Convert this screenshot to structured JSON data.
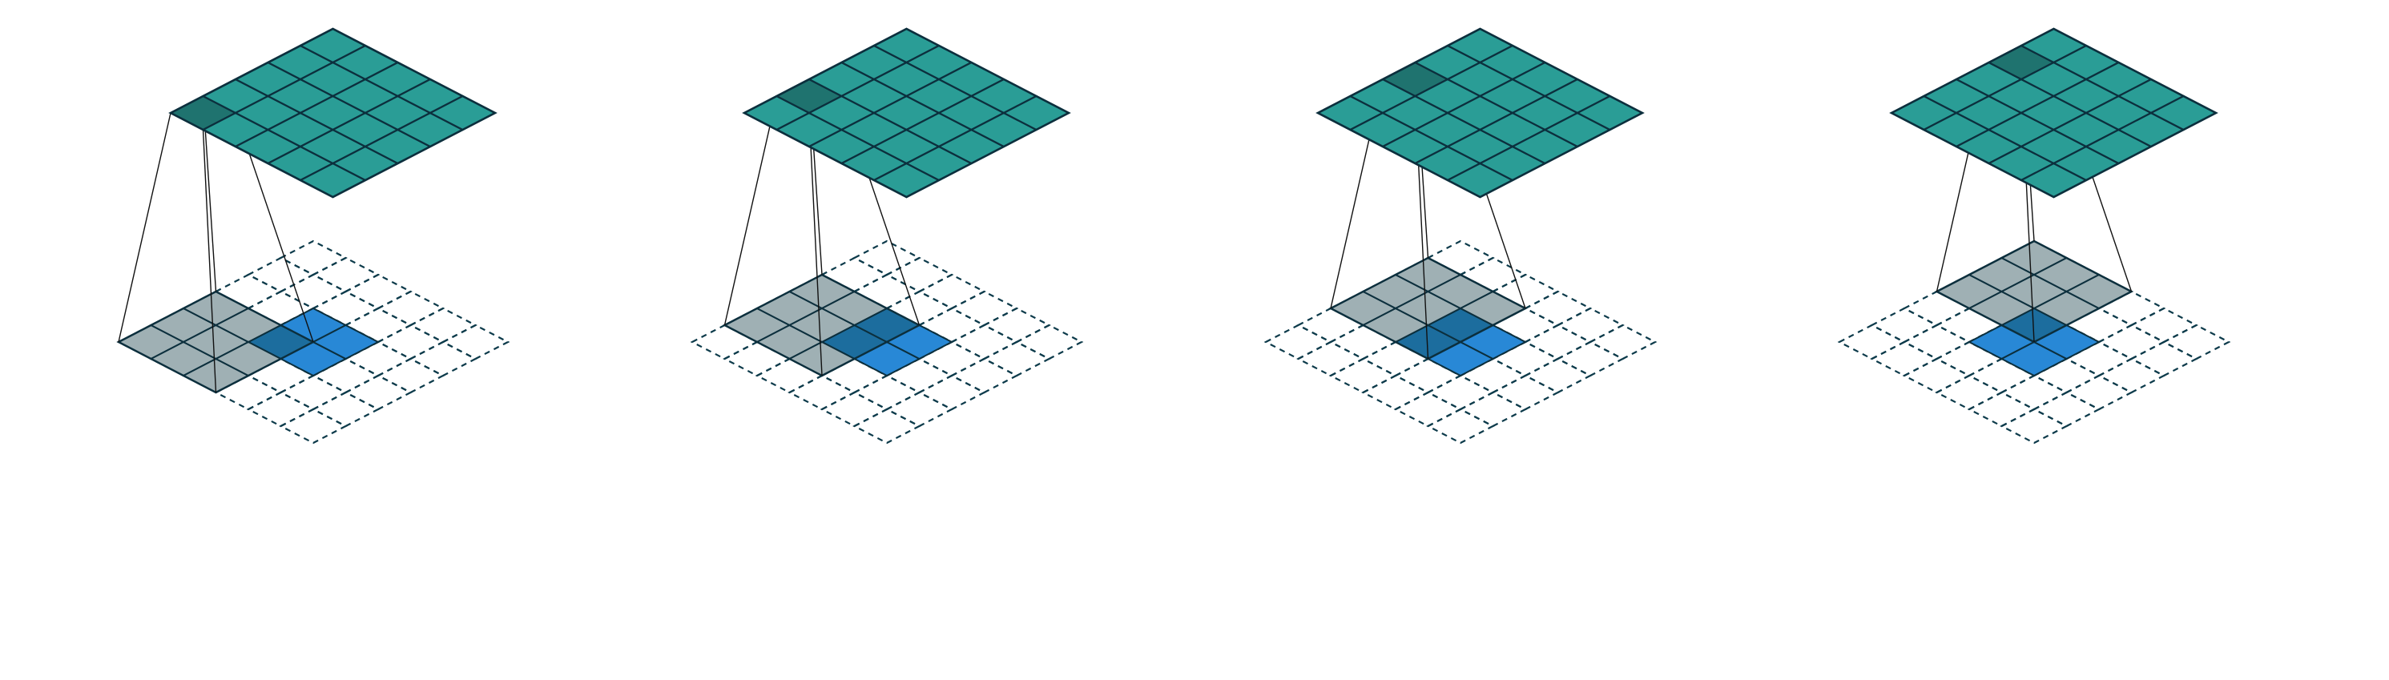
{
  "colors": {
    "output_grid": "#2a9d96",
    "output_highlight": "#1f736f",
    "kernel_gray": "#9fb0b4",
    "input_blue": "#2888d6",
    "overlap_blue": "#1c6d9e",
    "stroke": "#0c2f3d",
    "dashed": "#0c3a4a"
  },
  "diagram": {
    "type": "transposed-convolution-steps",
    "output_size": 5,
    "input_size": 2,
    "kernel_size": 3,
    "padded_input_size": 6,
    "panels": [
      {
        "step": 1,
        "output_highlight": [
          0,
          0
        ],
        "kernel_pos": [
          0,
          0
        ]
      },
      {
        "step": 2,
        "output_highlight": [
          0,
          1
        ],
        "kernel_pos": [
          0,
          1
        ]
      },
      {
        "step": 3,
        "output_highlight": [
          0,
          2
        ],
        "kernel_pos": [
          0,
          2
        ]
      },
      {
        "step": 4,
        "output_highlight": [
          0,
          3
        ],
        "kernel_pos": [
          0,
          3
        ]
      }
    ]
  }
}
